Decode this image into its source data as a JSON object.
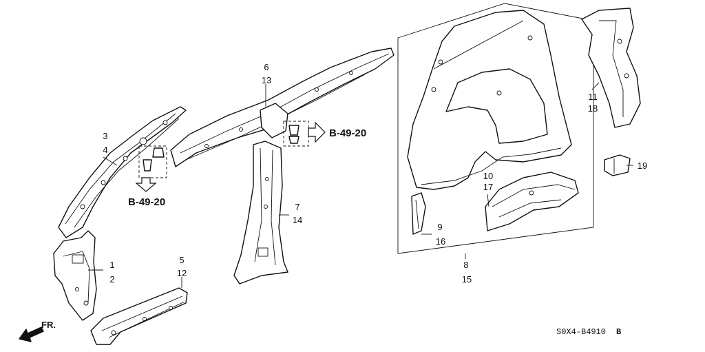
{
  "diagram": {
    "callouts": {
      "c1": "1",
      "c2": "2",
      "c3": "3",
      "c4": "4",
      "c5": "5",
      "c12": "12",
      "c6": "6",
      "c13": "13",
      "c7": "7",
      "c14": "14",
      "c8": "8",
      "c15": "15",
      "c9": "9",
      "c16": "16",
      "c10": "10",
      "c17": "17",
      "c11": "11",
      "c18": "18",
      "c19": "19"
    },
    "references": {
      "left": "B-49-20",
      "right": "B-49-20"
    },
    "front_label": "FR.",
    "diagram_code": "S0X4-B4910",
    "revision": "B"
  }
}
